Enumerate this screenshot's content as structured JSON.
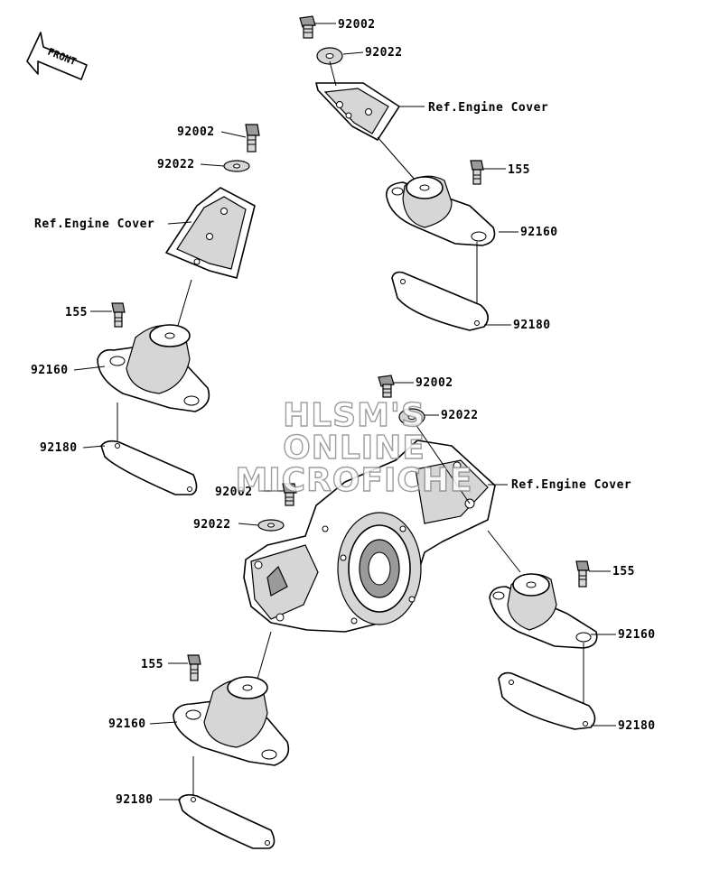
{
  "watermark": {
    "lines": [
      "HLSM'S",
      "ONLINE",
      "MICROFICHE"
    ]
  },
  "front_indicator": {
    "label": "FRONT",
    "icon": "front-arrow-icon"
  },
  "labels": {
    "a_92002": "92002",
    "a_92022": "92022",
    "a_ref": "Ref.Engine Cover",
    "a_155": "155",
    "a_92160": "92160",
    "a_92180": "92180",
    "b_92002": "92002",
    "b_92022": "92022",
    "b_ref": "Ref.Engine Cover",
    "b_155": "155",
    "b_92160": "92160",
    "b_92180": "92180",
    "c_92002": "92002",
    "c_92022": "92022",
    "c_ref": "Ref.Engine Cover",
    "c_92002_left": "92002",
    "c_92022_left": "92022",
    "c_155": "155",
    "c_92160": "92160",
    "c_92180": "92180",
    "d_155": "155",
    "d_92160": "92160",
    "d_92180": "92180"
  }
}
